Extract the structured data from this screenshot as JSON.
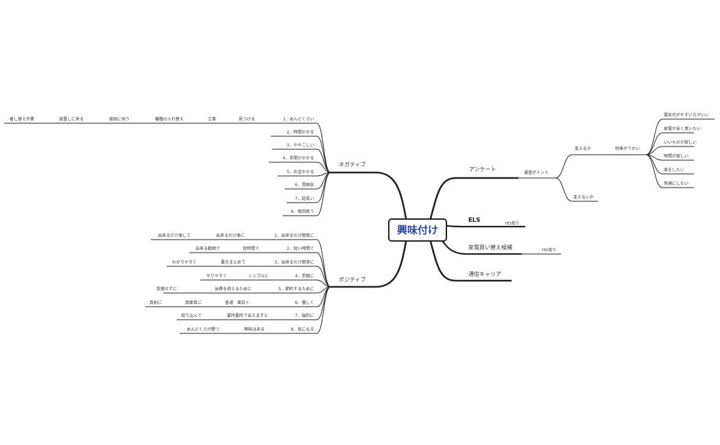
{
  "root": "興味付け",
  "negative": {
    "label": "ネガティブ",
    "items": [
      "1．めんどくさい",
      "2．時間かかる",
      "3．ややこしい",
      "4．手間がかかる",
      "5．お金かかる",
      "6．雰囲気",
      "7．話長い",
      "8．毎回思う"
    ],
    "chain1": [
      "見つける",
      "工事",
      "機種の入れ替え",
      "接続に伺う",
      "設置しに来る",
      "着し替え作業"
    ]
  },
  "positive": {
    "label": "ポジティブ",
    "items": [
      "1．出来るだけ簡単に",
      "2．短い時間で",
      "3．出来るだけ簡潔に",
      "4．手軽に",
      "5．節約するために",
      "6．優しく",
      "7．端的に",
      "8．気になる"
    ],
    "sub1": [
      "出来るだけ楽に",
      "出来るだけ楽して"
    ],
    "sub2": [
      "短時間で",
      "出来る範囲で"
    ],
    "sub3": [
      "要点まとめて",
      "わかりやすく"
    ],
    "sub4": [
      "シンプルに",
      "やりやすく"
    ],
    "sub5": [
      "出費を抑えるために",
      "我慢せずに"
    ],
    "sub6": [
      "面白く",
      "普通",
      "真面目に",
      "真剣に"
    ],
    "sub7": [
      "要所要所で伝えますと",
      "絞り込んで"
    ],
    "sub8": [
      "興味はある",
      "めんどくさが勝つ"
    ]
  },
  "right": {
    "survey": "アンケート",
    "survey_point": "通過ポイント",
    "can_change": "変えるか",
    "cannot_change": "変えないか",
    "benefit": "特典がでかい",
    "benefit_items": [
      "電気代がやすい方がいい",
      "家電が安く買いたい",
      "いいものが欲しい",
      "時間が欲しい",
      "楽をしたい",
      "快適にしたい"
    ],
    "els": "ELS",
    "els_note": "YES取り",
    "appliance": "家電買い替え候補",
    "appliance_note": "YES取り",
    "carrier": "通信キャリア"
  }
}
